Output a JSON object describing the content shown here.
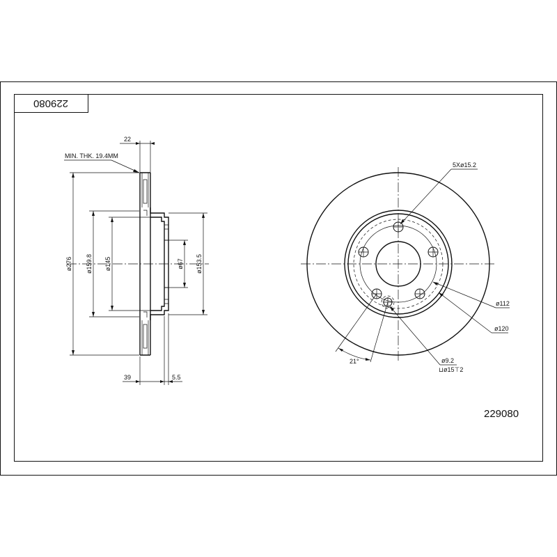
{
  "drawing": {
    "part_number": "229080",
    "part_number_rotated": "229080"
  },
  "side_view": {
    "min_thickness_label": "MIN. THK. 19.4MM",
    "thickness_label": "22",
    "outer_diameter_label": "ø276",
    "diameter_159_label": "ø159.8",
    "diameter_145_label": "ø145",
    "bore_label": "ø67",
    "hat_diameter_label": "ø153.5",
    "total_height_label": "39",
    "hat_offset_label": "5.5"
  },
  "front_view": {
    "bolt_holes_label": "5Xø15.2",
    "pcd_112_label": "ø112",
    "pcd_120_label": "ø120",
    "small_hole_label": "ø9.2",
    "counterbore_label": "⊔ø15⊤2",
    "angle_label": "21°"
  }
}
